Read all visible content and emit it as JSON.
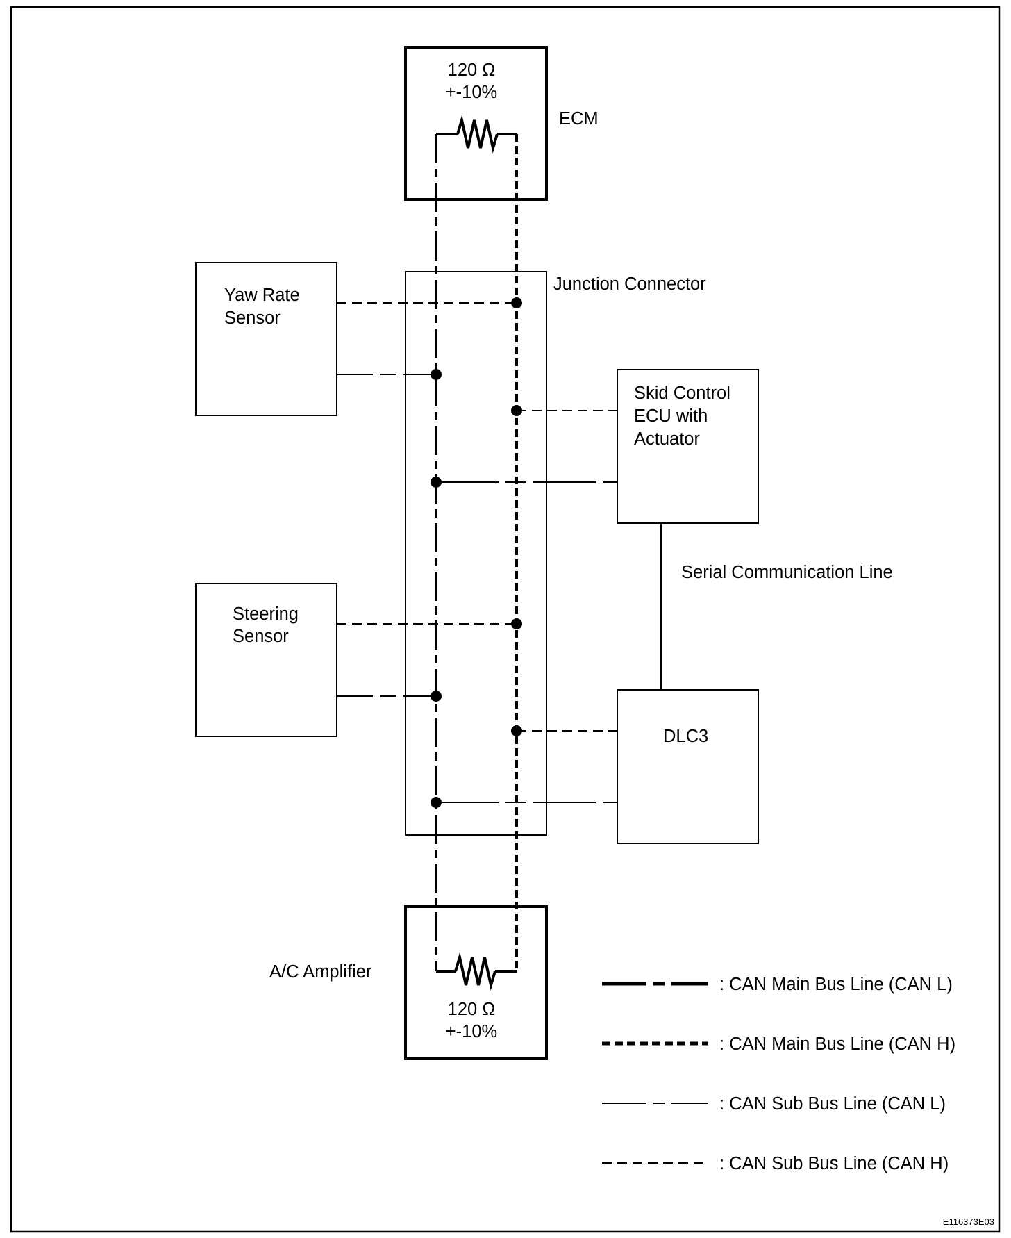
{
  "ecm": {
    "name": "ECM",
    "resistor_value": "120 Ω",
    "resistor_tolerance": "+-10%"
  },
  "ac_amplifier": {
    "name": "A/C Amplifier",
    "resistor_value": "120 Ω",
    "resistor_tolerance": "+-10%"
  },
  "junction_connector": {
    "name": "Junction Connector"
  },
  "yaw_rate_sensor": {
    "line1": "Yaw Rate",
    "line2": "Sensor"
  },
  "steering_sensor": {
    "line1": "Steering",
    "line2": "Sensor"
  },
  "skid_control_ecu": {
    "line1": "Skid Control",
    "line2": "ECU with",
    "line3": "Actuator"
  },
  "dlc3": {
    "name": "DLC3"
  },
  "serial_line": {
    "label": "Serial Communication Line"
  },
  "legend": {
    "items": [
      {
        "label": ": CAN Main Bus Line (CAN L)"
      },
      {
        "label": ": CAN Main Bus Line (CAN H)"
      },
      {
        "label": ": CAN Sub Bus Line (CAN L)"
      },
      {
        "label": ": CAN Sub Bus Line (CAN H)"
      }
    ]
  },
  "figure_code": "E116373E03"
}
